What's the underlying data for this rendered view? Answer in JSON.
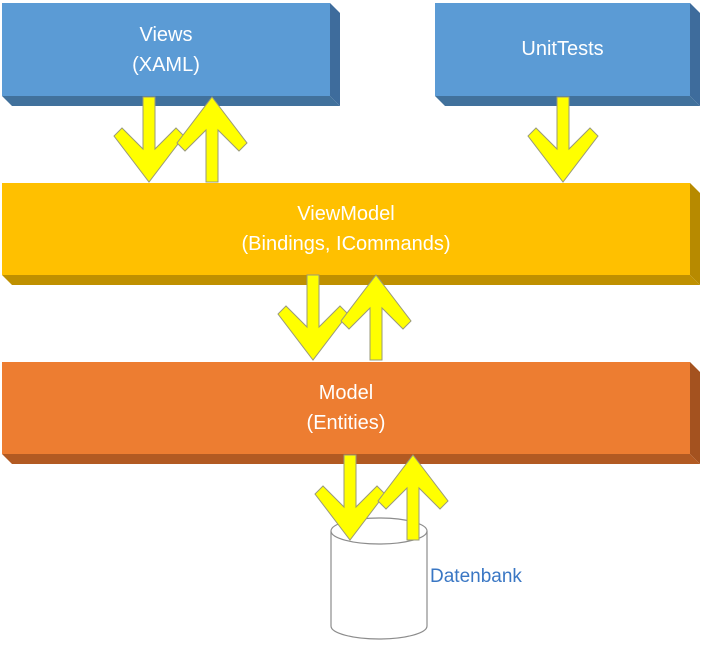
{
  "boxes": {
    "views": {
      "line1": "Views",
      "line2": "(XAML)",
      "color": "#5b9bd5"
    },
    "unittests": {
      "line1": "UnitTests",
      "color": "#5b9bd5"
    },
    "viewmodel": {
      "line1": "ViewModel",
      "line2": "(Bindings, ICommands)",
      "color": "#ffc000"
    },
    "model": {
      "line1": "Model",
      "line2": "(Entities)",
      "color": "#ed7d31"
    }
  },
  "database": {
    "label": "Datenbank"
  },
  "arrow_color": "#ffff00"
}
